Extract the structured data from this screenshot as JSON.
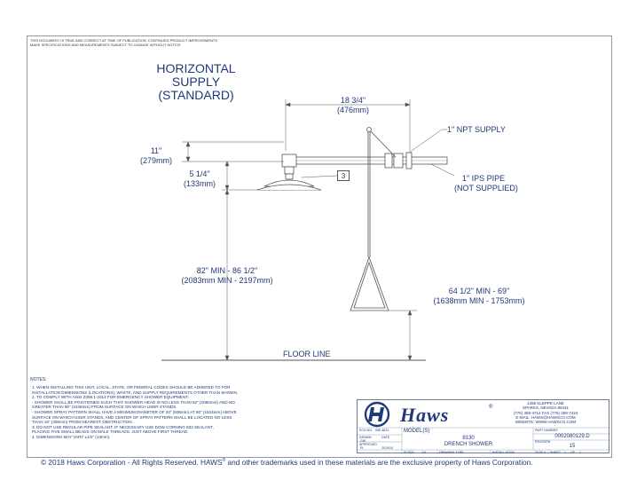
{
  "disclaimer": {
    "line1": "THIS DOCUMENT IS TRUE AND CORRECT AT TIME OF PUBLICATION. CONTINUED PRODUCT IMPROVEMENTS",
    "line2": "MAKE SPECIFICATIONS AND MEASUREMENTS SUBJECT TO CHANGE WITHOUT NOTICE"
  },
  "drawing": {
    "title_line1": "HORIZONTAL",
    "title_line2": "SUPPLY",
    "title_line3": "(STANDARD)",
    "dim_width_in": "18 3/4\"",
    "dim_width_mm": "(476mm)",
    "dim_height_in": "11\"",
    "dim_height_mm": "(279mm)",
    "dim_head_in": "5 1/4\"",
    "dim_head_mm": "(133mm)",
    "dim_overall_in": "82\" MIN - 86 1/2\"",
    "dim_overall_mm": "(2083mm MIN - 2197mm)",
    "dim_pull_in": "64 1/2\" MIN - 69\"",
    "dim_pull_mm": "(1638mm MIN - 1753mm)",
    "npt_label": "1\" NPT SUPPLY",
    "ips_label1": "1\" IPS PIPE",
    "ips_label2": "(NOT SUPPLIED)",
    "callout_number": "3",
    "floor_line": "FLOOR LINE"
  },
  "notes": {
    "heading": "NOTES:",
    "items": [
      "1. WHEN INSTALLING THIS UNIT, LOCAL, STATE, OR FEDERAL CODES SHOULD BE ADHERED TO FOR\n   INSTALLATION DIMENSIONS (LOCATIONS), WASTE, AND SUPPLY REQUIREMENTS OTHER THAN SHOWN.",
      "2. TO COMPLY WITH ANSI Z358.1-2014 FOR EMERGENCY SHOWER EQUIPMENT:\n   - SHOWER SHALL BE POSITIONED SUCH THAT SHOWER HEAD IS NO LESS THAN 82\" (2080mm) AND NO\n   GREATER THAN 96\" (2438mm) FROM SURFACE ON WHICH USER STANDS.\n   - SHOWER SPRAY PATTERN SHALL HAVE A MINIMUM DIAMETER OF 20\" (508mm) AT 60\" (1524mm) ABOVE\n   SURFACE ON WHICH USER STANDS, AND CENTER OF SPRAY PATTERN SHALL BE LOCATED NO LESS\n   THAN 16\" (406mm) FROM NEAREST OBSTRUCTION.",
      "3. DO NOT USE REGULAR PIPE SEALANT.  IF NECESSARY USE DOW CORNING 832 SEALANT,\n   PLACING FIVE SMALL BEADS ON MALE THREADS, JUST ABOVE FIRST THREAD.",
      "4. DIMENSIONS MAY VARY ±1/2\" (13mm)."
    ]
  },
  "title_block": {
    "brand": "Haws",
    "registered": "®",
    "address_line1": "1455 KLEPPE LANE",
    "address_line2": "SPARKS, NEVADA 89431",
    "address_line3": "(775) 359-4712  FAX (775) 359-7424",
    "address_line4": "E-MAIL: HAWS@HAWSCO.COM",
    "address_line5": "WEBSITE: WWW.HAWSCO.COM",
    "model_label": "MODEL(S)",
    "model_number": "8130",
    "model_name": "DRENCH SHOWER",
    "part_label": "PART NUMBER",
    "part_number": "0002080129.D",
    "revision_label": "REVISION",
    "revision": "15",
    "eco_label": "ECN NO.",
    "eco_value": "INE-4623",
    "drawn_label": "DRAWN",
    "drawn_value": "GW",
    "approved_label": "APPROVED",
    "approved_value": "PL",
    "date_label": "DATE",
    "date_value": "2019/10",
    "scale_label": "SCALE",
    "scale_value": "1/4",
    "drawing_type_label": "DRAWING TYPE",
    "drawing_type_value": "INSTALLATION",
    "size_label": "SIZE",
    "size_value": "A",
    "sheet_label": "SHEET",
    "sheet_value": "1",
    "sheet_of": "OF",
    "sheet_total": "2"
  },
  "footer": {
    "copyright": "© 2018 Haws Corporation - All Rights Reserved.  HAWS",
    "copyright_reg": "®",
    "copyright_tail": " and other trademarks used in these materials are the exclusive property of Haws Corporation."
  },
  "colors": {
    "ink": "#1f3a78",
    "line": "#555555",
    "brand": "#1f3a78"
  }
}
